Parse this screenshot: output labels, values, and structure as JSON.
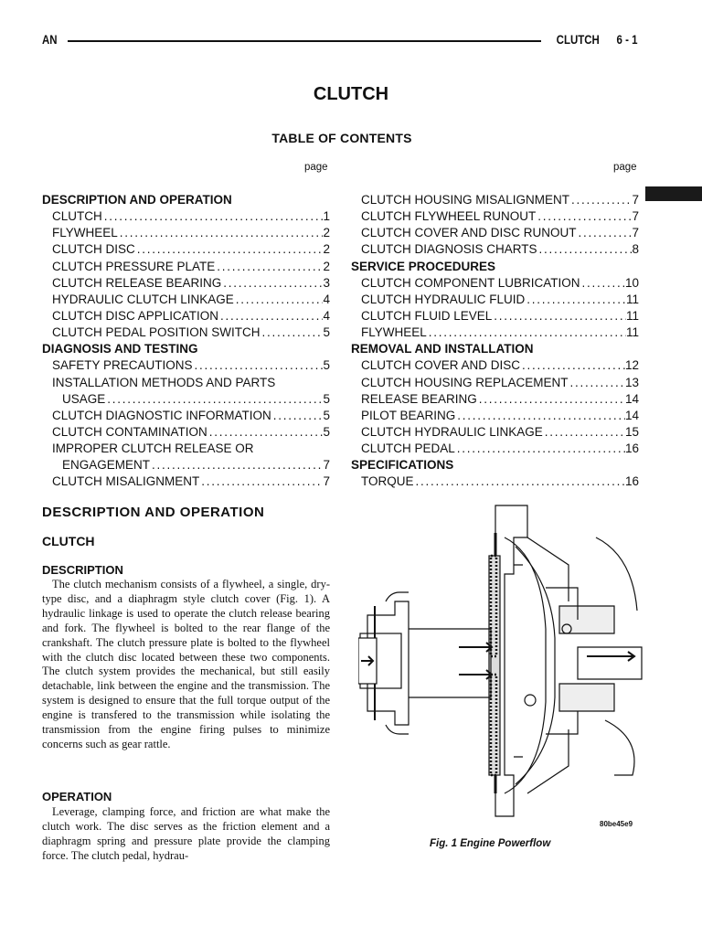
{
  "header": {
    "left": "AN",
    "section": "CLUTCH",
    "page_num": "6 - 1"
  },
  "title": "CLUTCH",
  "toc_title": "TABLE OF CONTENTS",
  "page_label": "page",
  "toc": {
    "col1": [
      {
        "type": "head",
        "text": "DESCRIPTION AND OPERATION"
      },
      {
        "type": "entry",
        "text": "CLUTCH",
        "page": "1"
      },
      {
        "type": "entry",
        "text": "FLYWHEEL",
        "page": "2"
      },
      {
        "type": "entry",
        "text": "CLUTCH DISC",
        "page": "2"
      },
      {
        "type": "entry",
        "text": "CLUTCH PRESSURE PLATE",
        "page": "2"
      },
      {
        "type": "entry",
        "text": "CLUTCH RELEASE BEARING",
        "page": "3"
      },
      {
        "type": "entry",
        "text": "HYDRAULIC CLUTCH LINKAGE",
        "page": "4"
      },
      {
        "type": "entry",
        "text": "CLUTCH DISC APPLICATION",
        "page": "4"
      },
      {
        "type": "entry",
        "text": "CLUTCH PEDAL POSITION SWITCH",
        "page": "5"
      },
      {
        "type": "head",
        "text": "DIAGNOSIS AND TESTING"
      },
      {
        "type": "entry",
        "text": "SAFETY PRECAUTIONS",
        "page": "5"
      },
      {
        "type": "plain",
        "text": "INSTALLATION METHODS AND PARTS"
      },
      {
        "type": "cont",
        "text": "USAGE",
        "page": "5"
      },
      {
        "type": "entry",
        "text": "CLUTCH DIAGNOSTIC INFORMATION",
        "page": "5"
      },
      {
        "type": "entry",
        "text": "CLUTCH CONTAMINATION",
        "page": "5"
      },
      {
        "type": "plain",
        "text": "IMPROPER CLUTCH RELEASE OR"
      },
      {
        "type": "cont",
        "text": "ENGAGEMENT",
        "page": "7"
      },
      {
        "type": "entry",
        "text": "CLUTCH MISALIGNMENT",
        "page": "7"
      }
    ],
    "col2": [
      {
        "type": "entry",
        "text": "CLUTCH HOUSING MISALIGNMENT",
        "page": "7"
      },
      {
        "type": "entry",
        "text": "CLUTCH FLYWHEEL RUNOUT",
        "page": "7"
      },
      {
        "type": "entry",
        "text": "CLUTCH COVER AND DISC RUNOUT",
        "page": "7"
      },
      {
        "type": "entry",
        "text": "CLUTCH DIAGNOSIS CHARTS",
        "page": "8"
      },
      {
        "type": "head",
        "text": "SERVICE PROCEDURES"
      },
      {
        "type": "entry",
        "text": "CLUTCH COMPONENT LUBRICATION",
        "page": "10"
      },
      {
        "type": "entry",
        "text": "CLUTCH HYDRAULIC FLUID",
        "page": "11"
      },
      {
        "type": "entry",
        "text": "CLUTCH FLUID LEVEL",
        "page": "11"
      },
      {
        "type": "entry",
        "text": "FLYWHEEL",
        "page": "11"
      },
      {
        "type": "head",
        "text": "REMOVAL AND INSTALLATION"
      },
      {
        "type": "entry",
        "text": "CLUTCH COVER AND DISC",
        "page": "12"
      },
      {
        "type": "entry",
        "text": "CLUTCH HOUSING REPLACEMENT",
        "page": "13"
      },
      {
        "type": "entry",
        "text": "RELEASE BEARING",
        "page": "14"
      },
      {
        "type": "entry",
        "text": "PILOT BEARING",
        "page": "14"
      },
      {
        "type": "entry",
        "text": "CLUTCH HYDRAULIC LINKAGE",
        "page": "15"
      },
      {
        "type": "entry",
        "text": "CLUTCH PEDAL",
        "page": "16"
      },
      {
        "type": "head",
        "text": "SPECIFICATIONS"
      },
      {
        "type": "entry",
        "text": "TORQUE",
        "page": "16"
      }
    ]
  },
  "body": {
    "section_heading": "DESCRIPTION AND OPERATION",
    "subsection_heading": "CLUTCH",
    "description_heading": "DESCRIPTION",
    "description_text": "The clutch mechanism consists of a flywheel, a single, dry-type disc, and a diaphragm style clutch cover (Fig. 1). A hydraulic linkage is used to operate the clutch release bearing and fork. The flywheel is bolted to the rear flange of the crankshaft. The clutch pressure plate is bolted to the flywheel with the clutch disc located between these two components. The clutch system provides the mechanical, but still easily detachable, link between the engine and the transmission. The system is designed to ensure that the full torque output of the engine is transfered to the transmission while isolating the transmission from the engine firing pulses to minimize concerns such as gear rattle.",
    "operation_heading": "OPERATION",
    "operation_text": "Leverage, clamping force, and friction are what make the clutch work. The disc serves as the friction element and a diaphragm spring and pressure plate provide the clamping force. The clutch pedal, hydrau-"
  },
  "figure": {
    "code": "80be45e9",
    "caption": "Fig. 1 Engine Powerflow"
  }
}
